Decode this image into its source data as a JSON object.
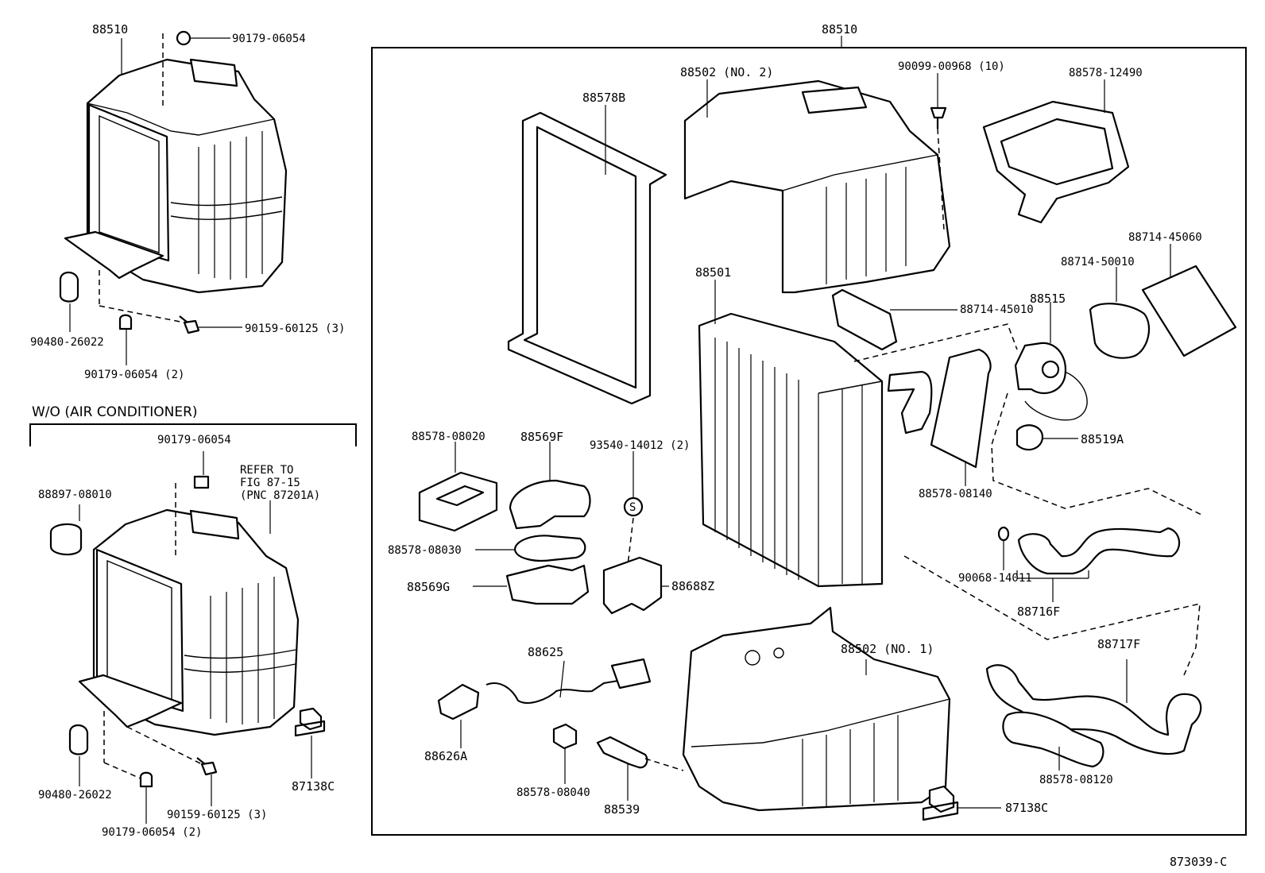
{
  "section_title": "W/O (AIR CONDITIONER)",
  "refer_note": [
    "REFER TO",
    "FIG 87-15",
    "(PNC 87201A)"
  ],
  "figure_code": "873039-C",
  "left_top": {
    "unit": "88510",
    "clip_top": "90179-06054",
    "grommet": "90480-26022",
    "screw": "90159-60125 (3)",
    "clip_bottom": "90179-06054 (2)"
  },
  "left_bottom": {
    "clip_top": "90179-06054",
    "plug": "88897-08010",
    "grommet": "90480-26022",
    "screw": "90159-60125 (3)",
    "clip_bottom": "90179-06054 (2)",
    "bolt": "87138C"
  },
  "main": {
    "unit": "88510",
    "case_upper": "88502 (NO. 2)",
    "case_lower": "88502 (NO. 1)",
    "seal_frame": "88578B",
    "screw": "90099-00968 (10)",
    "seal_loop": "88578-12490",
    "evaporator": "88501",
    "seal_strip": "88714-45010",
    "tape": "88714-45060",
    "thermistor_holder": "88714-50010",
    "expansion_valve": "88515",
    "clamp": "88519A",
    "seal_pad": "88578-08140",
    "grommet_seal": "88578-08020",
    "clamp_upper": "88569F",
    "clamp_seal": "88578-08030",
    "clamp_lower": "88569G",
    "screw_s": "93540-14012 (2)",
    "s_mark": "S",
    "bracket": "88688Z",
    "oring": "90068-14011",
    "tube_inlet": "88716F",
    "tube_outlet": "88717F",
    "hose_seal": "88578-08120",
    "wire": "88625",
    "connector": "88626A",
    "nut": "88578-08040",
    "drain_plug": "88539",
    "bolt": "87138C"
  }
}
